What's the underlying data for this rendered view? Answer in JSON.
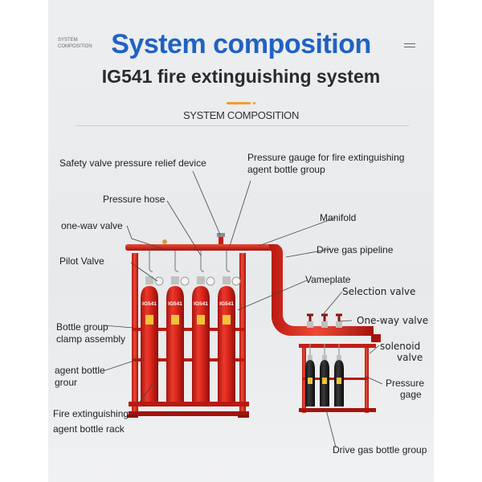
{
  "header": {
    "corner_label_line1": "SYSTEM",
    "corner_label_line2": "COMPOSITION",
    "title": "System composition",
    "subtitle": "IG541 fire extinguishing system",
    "section_label": "SYSTEM COMPOSITION"
  },
  "bottle_marking": "IG541",
  "labels": {
    "safety_valve": "Safety valve pressure relief device",
    "pressure_gauge_line1": "Pressure gauge for fire extinguishing",
    "pressure_gauge_line2": "agent bottle group",
    "pressure_hose": "Pressure hose",
    "manifold": "Manifold",
    "one_way_valve_left": "one-wav valve",
    "drive_gas_pipeline": "Drive gas pipeline",
    "pilot_valve": "Pilot Valve",
    "nameplate": "Vameplate",
    "selection_valve": "Selection valve",
    "one_way_valve_right": "One-way valve",
    "clamp_line1": "Bottle group",
    "clamp_line2": "clamp assembly",
    "solenoid_line1": "solenoid",
    "solenoid_line2": "valve",
    "agent_bottle_line1": "agent bottle",
    "agent_bottle_line2": "grour",
    "pressure_gage_line1": "Pressure",
    "pressure_gage_line2": "gage",
    "rack_line1": "Fire extinguishing",
    "rack_line2": "agent bottle rack",
    "drive_gas_bottle_group": "Drive gas bottle group"
  },
  "colors": {
    "title_blue": "#1f62c3",
    "accent_orange": "#f29a2e",
    "equipment_red": "#d9241b",
    "background": "#e9ebed"
  }
}
